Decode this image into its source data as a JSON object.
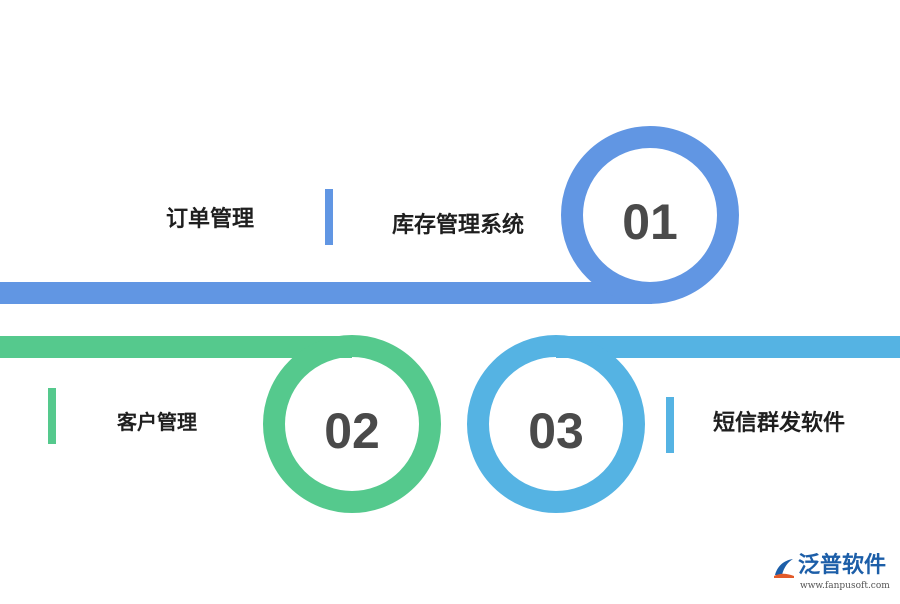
{
  "steps": [
    {
      "number": "01",
      "color": "#6196e3",
      "label": "库存管理系统"
    },
    {
      "number": "02",
      "color": "#55c98d",
      "label": "客户管理"
    },
    {
      "number": "03",
      "color": "#55b3e3",
      "label": "短信群发软件"
    }
  ],
  "side_labels": {
    "top_left": "订单管理"
  },
  "logo": {
    "name": "泛普软件",
    "url": "www.fanpusoft.com",
    "colors": {
      "primary": "#1c5ea8",
      "accent": "#e25b2a"
    }
  }
}
